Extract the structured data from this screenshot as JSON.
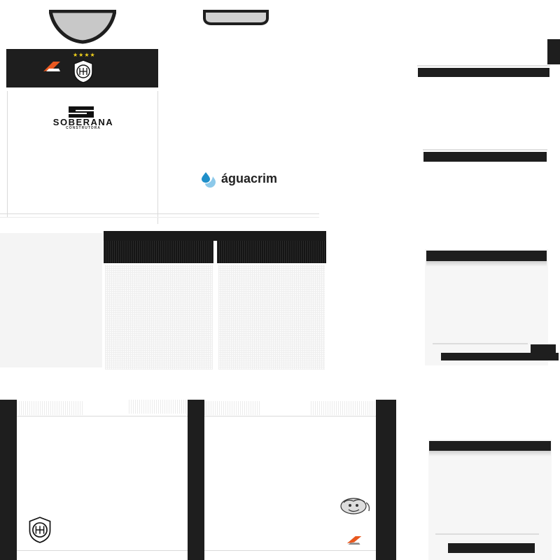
{
  "texture": {
    "sponsors": {
      "main": {
        "name": "SOBERANA",
        "sub": "CONSTRUTORA"
      },
      "secondary": {
        "name": "águacrim"
      }
    },
    "colors": {
      "primary_white": "#ffffff",
      "primary_black": "#1e1e1e",
      "collar_grey": "#c8c8c8",
      "star_yellow": "#f2d21b",
      "brand_orange": "#e8581f",
      "aguacrim_blue": "#1f8fc9"
    },
    "icons": [
      "club-crest-icon",
      "kit-manufacturer-logo-icon",
      "star-icon",
      "caricature-badge-icon",
      "aguacrim-drop-icon"
    ]
  }
}
